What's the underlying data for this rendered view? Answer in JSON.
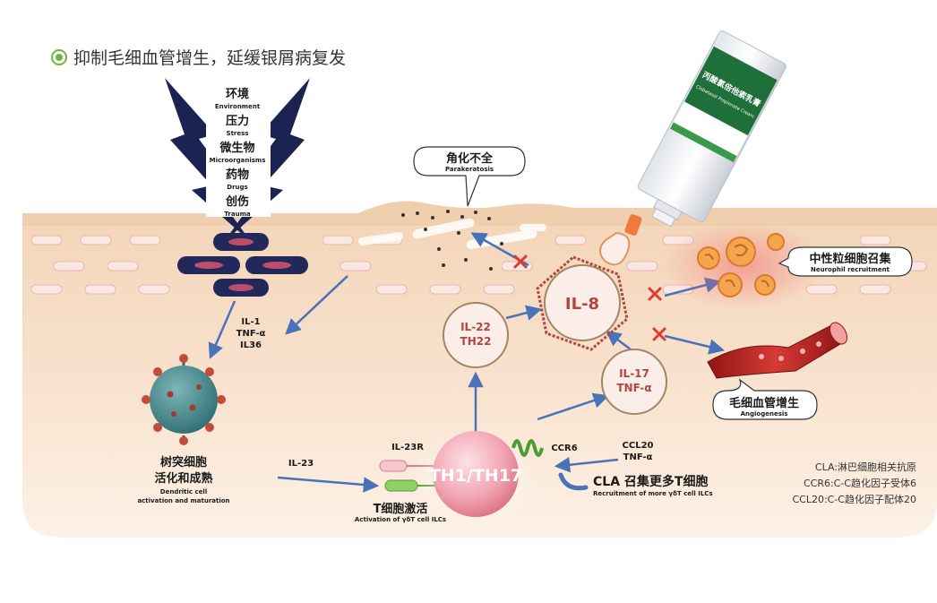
{
  "heading": {
    "text": "抑制毛细血管增生，延缓银屑病复发",
    "bullet_color": "#6fb43f"
  },
  "triggers": [
    {
      "cn": "环境",
      "en": "Environment"
    },
    {
      "cn": "压力",
      "en": "Stress"
    },
    {
      "cn": "微生物",
      "en": "Microorganisms"
    },
    {
      "cn": "药物",
      "en": "Drugs"
    },
    {
      "cn": "创伤",
      "en": "Trauma"
    }
  ],
  "cytokines_left": [
    "IL-1",
    "TNF-α",
    "IL36"
  ],
  "parakeratosis": {
    "cn": "角化不全",
    "en": "Parakeratosis"
  },
  "il8": "IL-8",
  "il22": {
    "line1": "IL-22",
    "line2": "TH22"
  },
  "il17": {
    "line1": "IL-17",
    "line2": "TNF-α"
  },
  "neutrophil": {
    "cn": "中性粒细胞召集",
    "en": "Neurophil recruitment"
  },
  "angiogenesis": {
    "cn": "毛细血管增生",
    "en": "Angiogenesis"
  },
  "dendritic": {
    "cn1": "树突细胞",
    "cn2": "活化和成熟",
    "en1": "Dendritic cell",
    "en2": "activation and maturation"
  },
  "il23": "IL-23",
  "il23r": "IL-23R",
  "tcell": {
    "cn": "T细胞激活",
    "en": "Activation of γδT cell ILCs"
  },
  "th": "TH1/TH17",
  "ccr6": "CCR6",
  "ccl20": {
    "line1": "CCL20",
    "line2": "TNF-α"
  },
  "cla": {
    "cn": "CLA 召集更多T细胞",
    "en": "Recruitment of more γδT cell ILCs"
  },
  "legend": [
    "CLA:淋巴细胞相关抗原",
    "CCR6:C-C趋化因子受体6",
    "CCL20:C-C趋化因子配体20"
  ],
  "tube": {
    "name": "丙酸氯倍他索乳膏",
    "sub": "Clobetasol Propionate Cream"
  },
  "colors": {
    "arrow": "#4a72b8",
    "block": "#e03a2f",
    "ring": "#a08662",
    "il8_ring": "#b1463e",
    "dark_navy": "#1c2251",
    "skin": "#f6dcc4"
  }
}
